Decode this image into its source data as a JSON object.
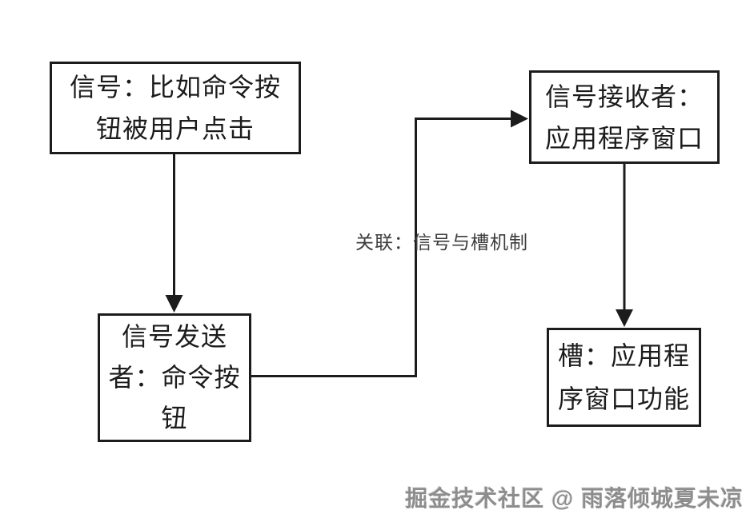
{
  "diagram": {
    "background_color": "#ffffff",
    "stroke_color": "#1c1c1c",
    "label_color": "#3d3d3d",
    "watermark_color": "#8d8d8d",
    "nodes": {
      "signal": {
        "lines": [
          "信号：比如命令按",
          "钮被用户点击"
        ]
      },
      "sender": {
        "lines": [
          "信号发送",
          "者：命令按",
          "钮"
        ]
      },
      "receiver": {
        "lines": [
          "信号接收者：",
          "应用程序窗口"
        ]
      },
      "slot": {
        "lines": [
          "槽：应用程",
          "序窗口功能"
        ]
      }
    },
    "edges": {
      "signal_to_sender": "arrow-down",
      "sender_to_receiver": "elbow-arrow-right",
      "receiver_to_slot": "arrow-down"
    },
    "edge_label": "关联：信号与槽机制",
    "watermark": "掘金技术社区 @ 雨落倾城夏未凉"
  }
}
